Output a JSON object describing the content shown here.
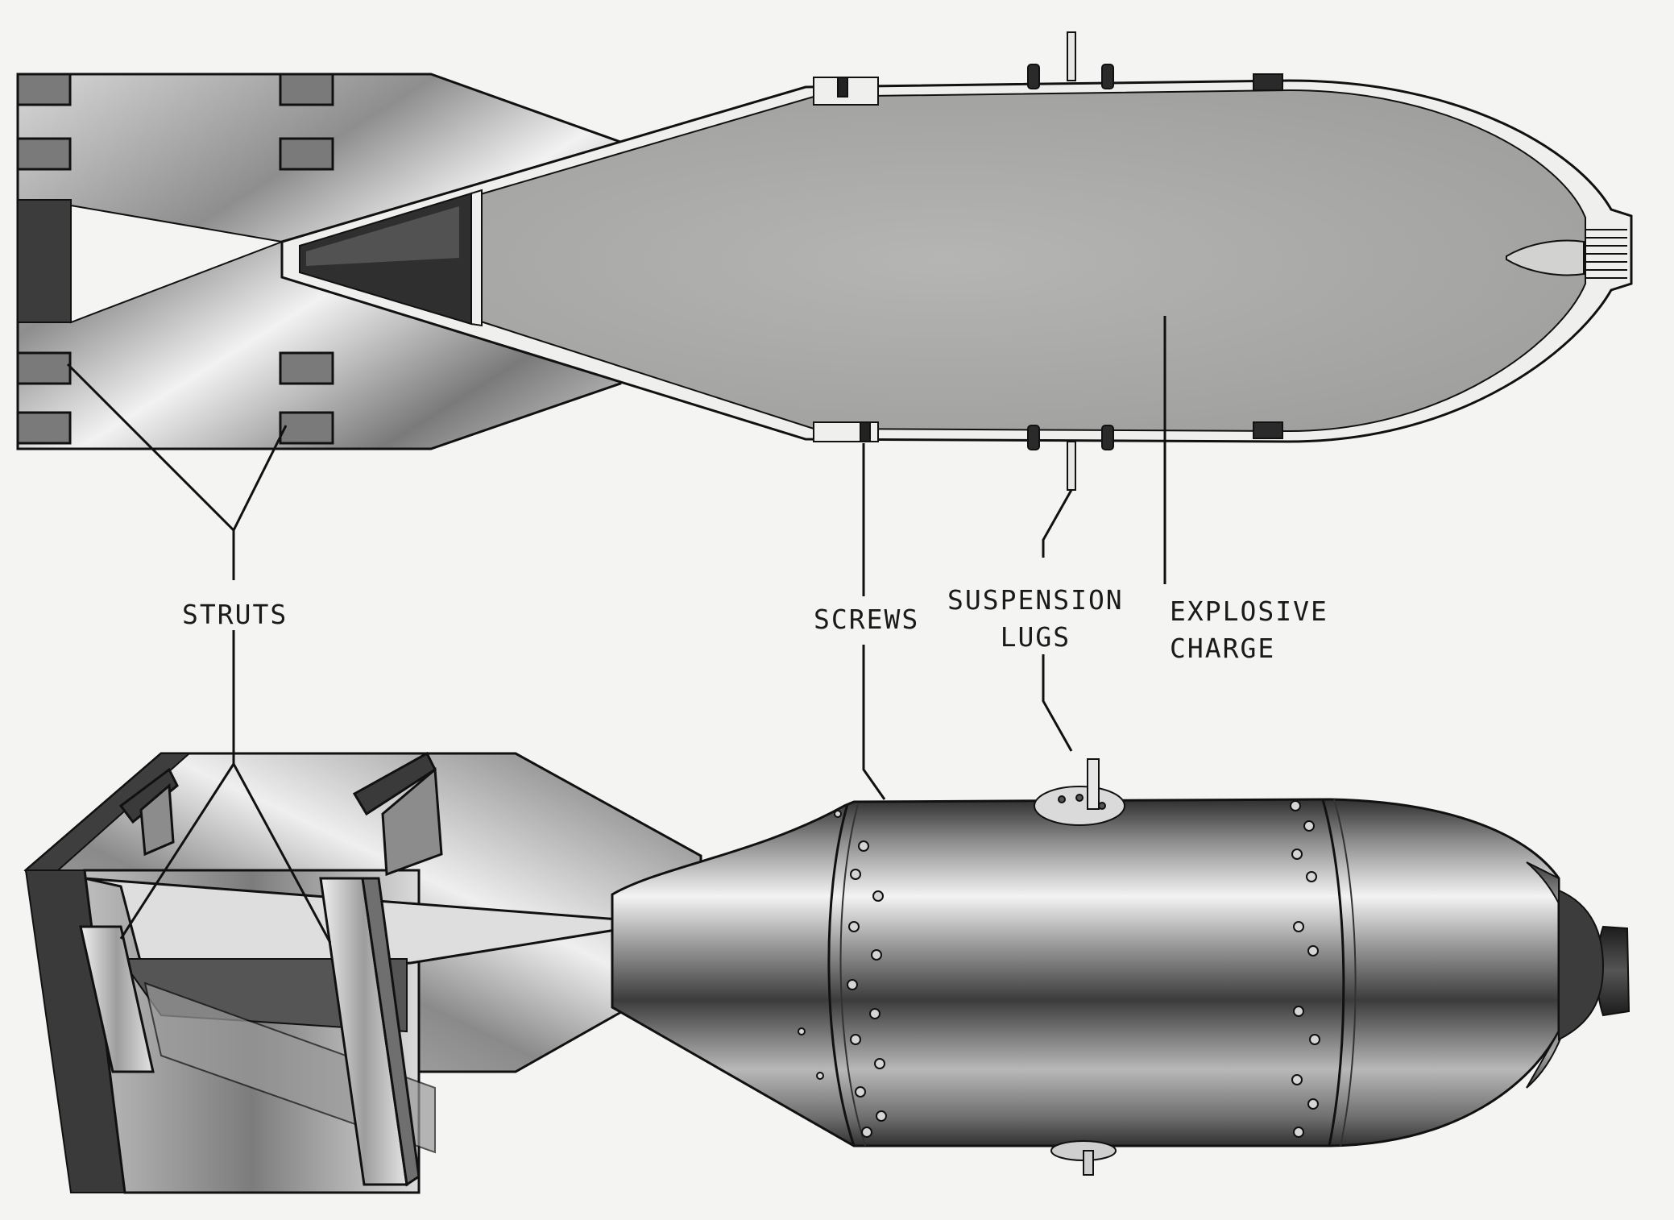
{
  "labels": {
    "struts": "STRUTS",
    "screws": "SCREWS",
    "suspension_lugs_line1": "SUSPENSION",
    "suspension_lugs_line2": "LUGS",
    "explosive_charge_line1": "EXPLOSIVE",
    "explosive_charge_line2": "CHARGE"
  },
  "colors": {
    "background": "#f4f4f2",
    "line": "#111111",
    "metal_dark": "#4a4a4a",
    "metal_light": "#e6e6e6",
    "charge_fill": "#b9b9b7"
  }
}
